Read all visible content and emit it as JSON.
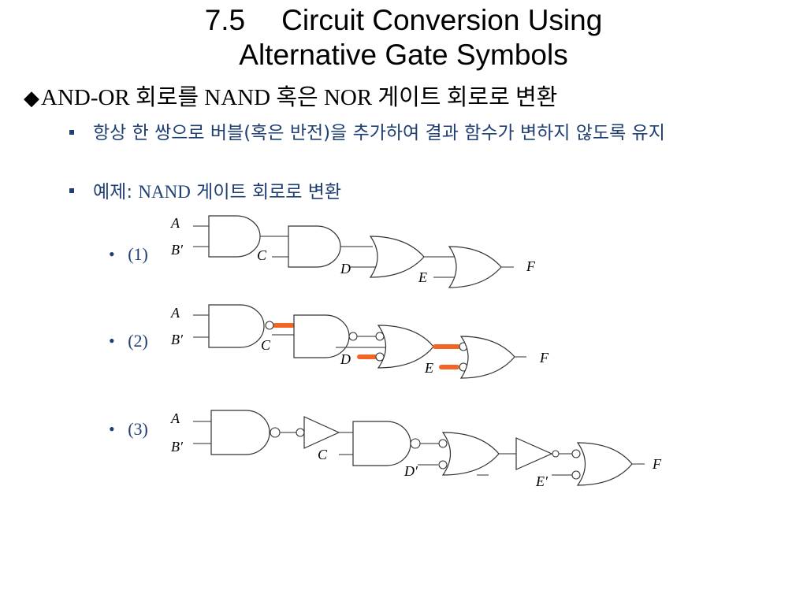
{
  "title": {
    "number": "7.5",
    "line1": "Circuit Conversion Using",
    "line2": "Alternative Gate Symbols"
  },
  "bullet_main": {
    "symbol": "◆",
    "text": "AND-OR 회로를 NAND 혹은 NOR 게이트 회로로 변환"
  },
  "sub_bullets": [
    {
      "text": "항상 한 쌍으로 버블(혹은 반전)을 추가하여 결과 함수가 변하지 않도록 유지"
    },
    {
      "prefix": "예제: ",
      "serif": "NAND",
      "suffix": " 게이트 회로로 변환"
    }
  ],
  "steps": [
    {
      "bullet": "•",
      "label": "(1)"
    },
    {
      "bullet": "•",
      "label": "(2)"
    },
    {
      "bullet": "•",
      "label": "(3)"
    }
  ],
  "diagrams": [
    {
      "A": "A",
      "B": "B′",
      "C": "C",
      "D": "D",
      "E": "E",
      "F": "F"
    },
    {
      "A": "A",
      "B": "B′",
      "C": "C",
      "D": "D",
      "E": "E",
      "F": "F"
    },
    {
      "A": "A",
      "B": "B′",
      "C": "C",
      "D": "D′",
      "E": "E′",
      "F": "F"
    }
  ],
  "colors": {
    "highlight": "#f26522",
    "sub_text": "#1f3f73"
  }
}
